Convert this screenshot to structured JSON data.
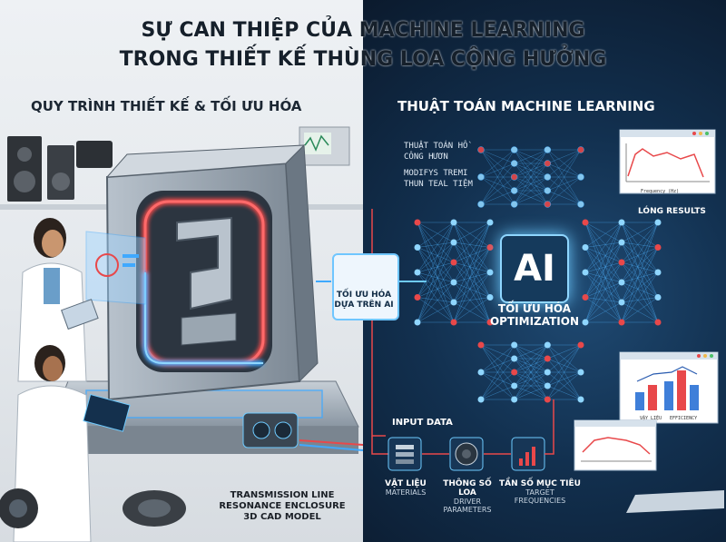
{
  "title": {
    "line1": "SỰ CAN THIỆP CỦA MACHINE LEARNING",
    "line2": "TRONG THIẾT KẾ THÙNG LOA CỘNG HƯỞNG"
  },
  "left": {
    "header": "QUY TRÌNH THIẾT KẾ & TỐI ƯU HÓA",
    "model_caption": [
      "TRANSMISSION LINE",
      "RESONANCE ENCLOSURE",
      "3D CAD MODEL"
    ],
    "ai_optimization_line1": "TỐI ƯU HÓA",
    "ai_optimization_line2": "DỰA TRÊN AI"
  },
  "right": {
    "header": "THUẬT TOÁN MACHINE LEARNING",
    "notes_line1": "THUẬT TOÁN HỒ",
    "notes_line2": "CÔNG HƯƠN",
    "notes_line3": "MODIFYS TREMI",
    "notes_line4": "THUN TEAL TIỆM",
    "long_results": "LÓNG RESULTS",
    "ai_label": "AI",
    "ai_caption_line1": "TỐI ƯU HÓA",
    "ai_caption_line2": "OPTIMIZATION",
    "input_data": "INPUT DATA",
    "inputs": [
      {
        "label": "VẬT LIỆU",
        "sub": "MATERIALS"
      },
      {
        "label": "THÔNG SỐ LOA",
        "sub": "DRIVER PARAMETERS"
      },
      {
        "label": "TẦN SỐ MỤC TIÊU",
        "sub": "TARGET FREQUENCIES"
      }
    ],
    "bar_chart_labels": [
      "VẬY LIỆU",
      "EFFICIENCY"
    ],
    "top_chart_xlabel": "Frequency (Hz)"
  },
  "colors": {
    "accent_red": "#e8484a",
    "accent_blue": "#3fa9ff",
    "neon": "#6ecbff",
    "left_bg": "#e9edf1",
    "right_bg": "#12304f"
  }
}
